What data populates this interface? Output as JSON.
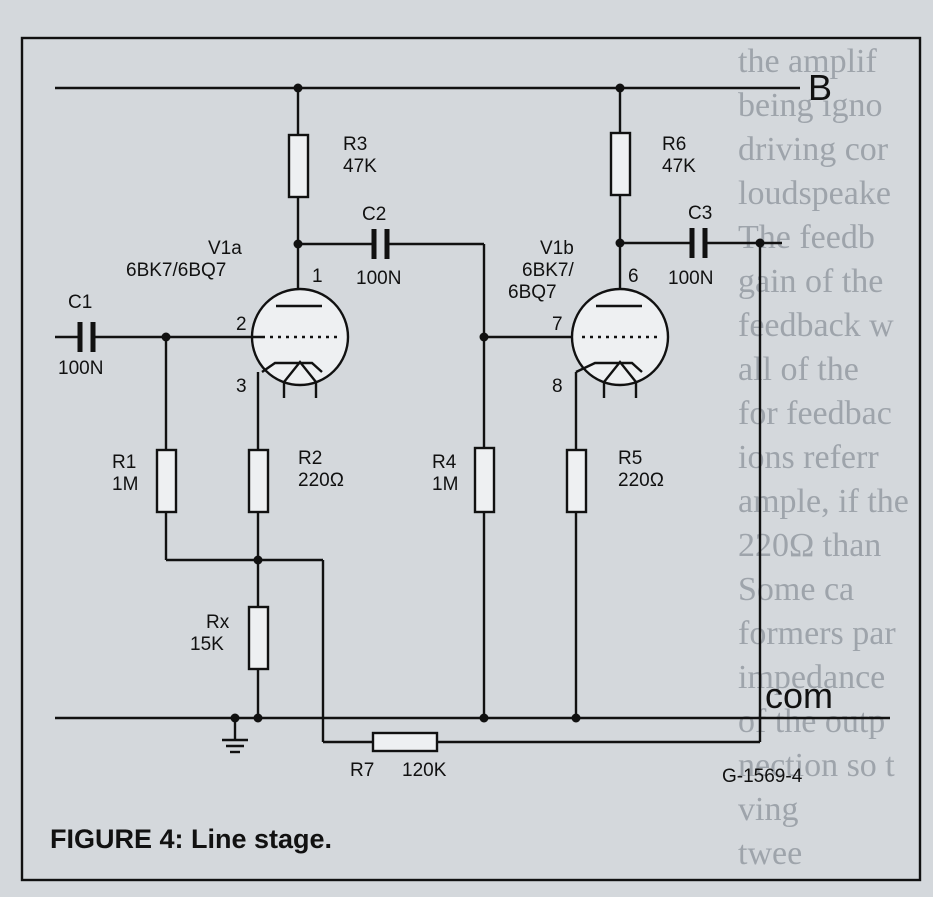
{
  "figure": {
    "caption": "FIGURE 4: Line stage.",
    "code": "G-1569-4"
  },
  "rails": {
    "supply": "B",
    "common": "com"
  },
  "tubes": {
    "v1a": {
      "name": "V1a",
      "type": "6BK7/6BQ7",
      "pin_plate": "1",
      "pin_grid": "2",
      "pin_cathode": "3"
    },
    "v1b": {
      "name": "V1b",
      "type_line1": "6BK7/",
      "type_line2": "6BQ7",
      "pin_plate": "6",
      "pin_grid": "7",
      "pin_cathode": "8"
    }
  },
  "components": {
    "c1": {
      "name": "C1",
      "value": "100N"
    },
    "c2": {
      "name": "C2",
      "value": "100N"
    },
    "c3": {
      "name": "C3",
      "value": "100N"
    },
    "r1": {
      "name": "R1",
      "value": "1M"
    },
    "r2": {
      "name": "R2",
      "value": "220Ω"
    },
    "r3": {
      "name": "R3",
      "value": "47K"
    },
    "r4": {
      "name": "R4",
      "value": "1M"
    },
    "r5": {
      "name": "R5",
      "value": "220Ω"
    },
    "r6": {
      "name": "R6",
      "value": "47K"
    },
    "r7": {
      "name": "R7",
      "value": "120K"
    },
    "rx": {
      "name": "Rx",
      "value": "15K"
    }
  },
  "background_text": [
    "the amplif",
    "being igno",
    "driving cor",
    "loudspeake",
    "The feedb",
    "gain of the",
    "feedback w",
    "all of the",
    "for feedbac",
    "ions referr",
    "ample, if the",
    "220Ω than",
    "Some ca",
    "formers par",
    "impedance",
    "of the outp",
    "nection so t",
    "ving",
    "twee"
  ]
}
